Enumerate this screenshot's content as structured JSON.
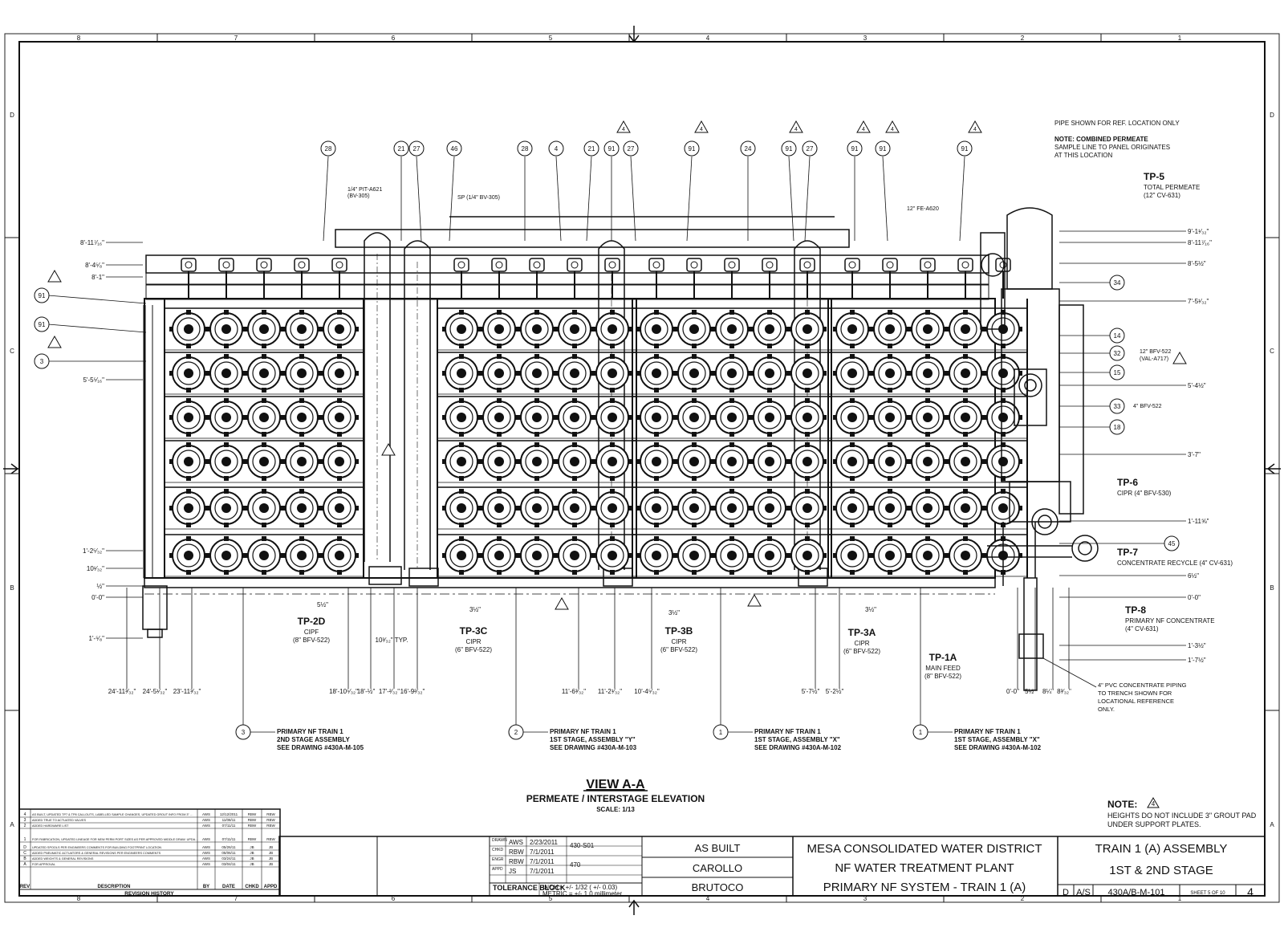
{
  "zones": {
    "columns": [
      "8",
      "7",
      "6",
      "5",
      "4",
      "3",
      "2",
      "1"
    ],
    "rows": [
      "D",
      "C",
      "B",
      "A"
    ]
  },
  "view": {
    "title": "VIEW A-A",
    "subtitle": "PERMEATE / INTERSTAGE ELEVATION",
    "scale": "SCALE: 1/13"
  },
  "note": {
    "heading": "NOTE:",
    "flag": "4",
    "line1": "HEIGHTS DO NOT INCLUDE 3\" GROUT PAD",
    "line2": "UNDER SUPPORT PLATES."
  },
  "top_callouts": [
    "28",
    "21",
    "27",
    "46",
    "28",
    "4",
    "21",
    "91",
    "27",
    "91",
    "24",
    "91",
    "27",
    "91",
    "91",
    "91"
  ],
  "right_callouts": [
    "34",
    "14",
    "32",
    "15",
    "33",
    "18",
    "45"
  ],
  "left_callouts": [
    "91",
    "91",
    "3"
  ],
  "rev_flags": [
    "4",
    "4",
    "4",
    "4",
    "4",
    "4"
  ],
  "left_dims": [
    "8'-11⁷⁄₁₆\"",
    "8'-4⁵⁄₈\"",
    "8'-1\"",
    "5'-5⁵⁄₁₆\"",
    "1'-2⁵⁄₃₂\"",
    "10¹⁄₃₂\"",
    "½\"",
    "0'-0\"",
    "1'-⁵⁄₈\""
  ],
  "right_dims": [
    "9'-1¹⁄₃₂\"",
    "8'-11⁷⁄₁₆\"",
    "8'-5½\"",
    "7'-5¹⁄₃₂\"",
    "5'-4½\"",
    "3'-7\"",
    "1'-11⅝\"",
    "6½\"",
    "0'-0\"",
    "1'-3½\"",
    "1'-7½\""
  ],
  "bottom_dims": [
    "24'-11³⁄₃₂\"",
    "24'-5¹⁄₃₂\"",
    "23'-11³⁄₃₂\"",
    "18'-10⁵⁄₃₂\"",
    "18'-½\"",
    "17'-²⁄₃₂\"",
    "16'-9²⁄₃₂\"",
    "11'-6³⁄₃₂\"",
    "11'-2¹⁄₃₂\"",
    "10'-4⁵⁄₃₂\"",
    "5'-7½\"",
    "5'-2½\"",
    "0'-0\"",
    "5½\"",
    "8¼\"",
    "8³⁄₃₂\""
  ],
  "mid_dims": [
    "5½\"",
    "3½\"",
    "3½\"",
    "3½\"",
    "10³⁄₃₂\" TYP."
  ],
  "small_labels": {
    "pit": "1/4\" PIT-A621",
    "pit_sub": "(BV-305)",
    "sp": "SP (1/4\" BV-305)",
    "fe": "12\" FE-A620",
    "bfv522": "12\" BFV-522",
    "val": "(VAL-A717)",
    "bfv522b": "4\" BFV-522"
  },
  "tp_labels": [
    {
      "tag": "TP-2D",
      "l1": "CIPF",
      "l2": "(8\" BFV-522)"
    },
    {
      "tag": "TP-3C",
      "l1": "CIPR",
      "l2": "(6\" BFV-522)"
    },
    {
      "tag": "TP-3B",
      "l1": "CIPR",
      "l2": "(6\" BFV-522)"
    },
    {
      "tag": "TP-3A",
      "l1": "CIPR",
      "l2": "(6\" BFV-522)"
    },
    {
      "tag": "TP-1A",
      "l1": "MAIN FEED",
      "l2": "(8\" BFV-522)"
    },
    {
      "tag": "TP-5",
      "l1": "TOTAL PERMEATE",
      "l2": "(12\" CV-631)"
    },
    {
      "tag": "TP-6",
      "l1": "CIPR (4\" BFV-530)",
      "l2": ""
    },
    {
      "tag": "TP-7",
      "l1": "CONCENTRATE RECYCLE (4\" CV-631)",
      "l2": ""
    },
    {
      "tag": "TP-8",
      "l1": "PRIMARY NF CONCENTRATE",
      "l2": "(4\" CV-631)"
    }
  ],
  "pipe_note": {
    "l1": "PIPE SHOWN FOR REF. LOCATION ONLY",
    "l2": "NOTE: COMBINED PERMEATE",
    "l3": "SAMPLE LINE TO PANEL ORIGINATES",
    "l4": "AT THIS LOCATION"
  },
  "pvc_note": [
    "4\" PVC CONCENTRATE PIPING",
    "TO TRENCH SHOWN FOR",
    "LOCATIONAL REFERENCE",
    "ONLY."
  ],
  "assembly_refs": [
    {
      "num": "3",
      "l1": "PRIMARY NF TRAIN 1",
      "l2": "2ND STAGE ASSEMBLY",
      "l3": "SEE DRAWING #430A-M-105"
    },
    {
      "num": "2",
      "l1": "PRIMARY NF TRAIN 1",
      "l2": "1ST STAGE, ASSEMBLY \"Y\"",
      "l3": "SEE DRAWING #430A-M-103"
    },
    {
      "num": "1",
      "l1": "PRIMARY NF TRAIN 1",
      "l2": "1ST STAGE, ASSEMBLY \"X\"",
      "l3": "SEE DRAWING #430A-M-102"
    },
    {
      "num": "1",
      "l1": "PRIMARY NF TRAIN 1",
      "l2": "1ST STAGE, ASSEMBLY \"X\"",
      "l3": "SEE DRAWING #430A-M-102"
    }
  ],
  "revision_history": {
    "heading": "REVISION HISTORY",
    "cols": [
      "REV",
      "DESCRIPTION",
      "BY",
      "DATE",
      "CHKD",
      "APPD"
    ],
    "rows": [
      {
        "rev": "4",
        "desc": "AS BUILT, UPDATED TP7 & TP8 CALLOUTS, LABELLED SAMPLE CHANGES, UPDATED GROUT INFO FROM 3\" TO 3\"",
        "by": "AWS",
        "date": "12/12/2011",
        "chkd": "RBW",
        "appd": "RBW"
      },
      {
        "rev": "3",
        "desc": "ADDED TRUE TO ACTUATED VALVES",
        "by": "AWS",
        "date": "11/08/11",
        "chkd": "RBW",
        "appd": "RBW"
      },
      {
        "rev": "2",
        "desc": "ADDED HARDWARE LIST",
        "by": "AWS",
        "date": "07/11/11",
        "chkd": "RBW",
        "appd": "RBW"
      },
      {
        "rev": "1",
        "desc": "FOR FABRICATION, UPDATED LINEAGE FOR NEW PERM PORT SIZES AS PER APPROVED MIDDLE DRAW. UPDATED LENGTH OF INTERSTAGE RISERS TO ALLOW INSTALL OF HARDWARE ON VALVES. CHECK VALVES UPDATED TO CRANE. UPDATED END CLOSURE MOUNTING. UPDATED CONC. SPOOLS 430A-1/2013/G-4B & 5T",
        "by": "AWS",
        "date": "07/11/11",
        "chkd": "RBW",
        "appd": "RBW"
      },
      {
        "rev": "D",
        "desc": "UPDATED SPOOLS PER ENGINEERS COMMENTS FOR BUILDING FOOTPRINT LOCATION",
        "by": "AWS",
        "date": "05/26/11",
        "chkd": "JB",
        "appd": "JB"
      },
      {
        "rev": "C",
        "desc": "ADDED PNEUMATIC ACTUATORS & GENERAL REVISIONS PER ENGINEERS COMMENTS",
        "by": "AWS",
        "date": "05/06/11",
        "chkd": "JB",
        "appd": "JB"
      },
      {
        "rev": "B",
        "desc": "ADDED WEIGHTS & GENERAL REVISIONS",
        "by": "AWS",
        "date": "03/24/11",
        "chkd": "JB",
        "appd": "JB"
      },
      {
        "rev": "A",
        "desc": "FOR APPROVAL",
        "by": "AWS",
        "date": "03/04/11",
        "chkd": "JB",
        "appd": "JB"
      }
    ]
  },
  "sign": {
    "rows": [
      {
        "role": "DRAWN",
        "init": "AWS",
        "date": "2/23/2011"
      },
      {
        "role": "CHKD",
        "init": "RBW",
        "date": "7/1/2011"
      },
      {
        "role": "ENGR",
        "init": "RBW",
        "date": "7/1/2011"
      },
      {
        "role": "APPD",
        "init": "JS",
        "date": "7/1/2011"
      }
    ],
    "spec_ref": "430-S01",
    "job_number": "470",
    "tolerance_label": "TOLERANCE BLOCK",
    "tol_inch": "INCH = +/- 1/32 ( +/- 0.03)",
    "tol_metric": "METRIC = +/- 1.0 millimeter"
  },
  "status": {
    "status_value": "AS BUILT",
    "engineer": "CAROLLO",
    "contractor": "BRUTOCO"
  },
  "project": {
    "line1": "MESA CONSOLIDATED WATER DISTRICT",
    "line2": "NF WATER TREATMENT PLANT",
    "line3": "PRIMARY NF SYSTEM - TRAIN 1 (A)"
  },
  "title_block": {
    "line1": "TRAIN 1 (A) ASSEMBLY",
    "line2": "1ST & 2ND STAGE",
    "size": "D",
    "scale": "A/S",
    "dwg_no": "430A/B-M-101",
    "sheet_of": "SHEET 5 OF 10",
    "rev": "4"
  }
}
